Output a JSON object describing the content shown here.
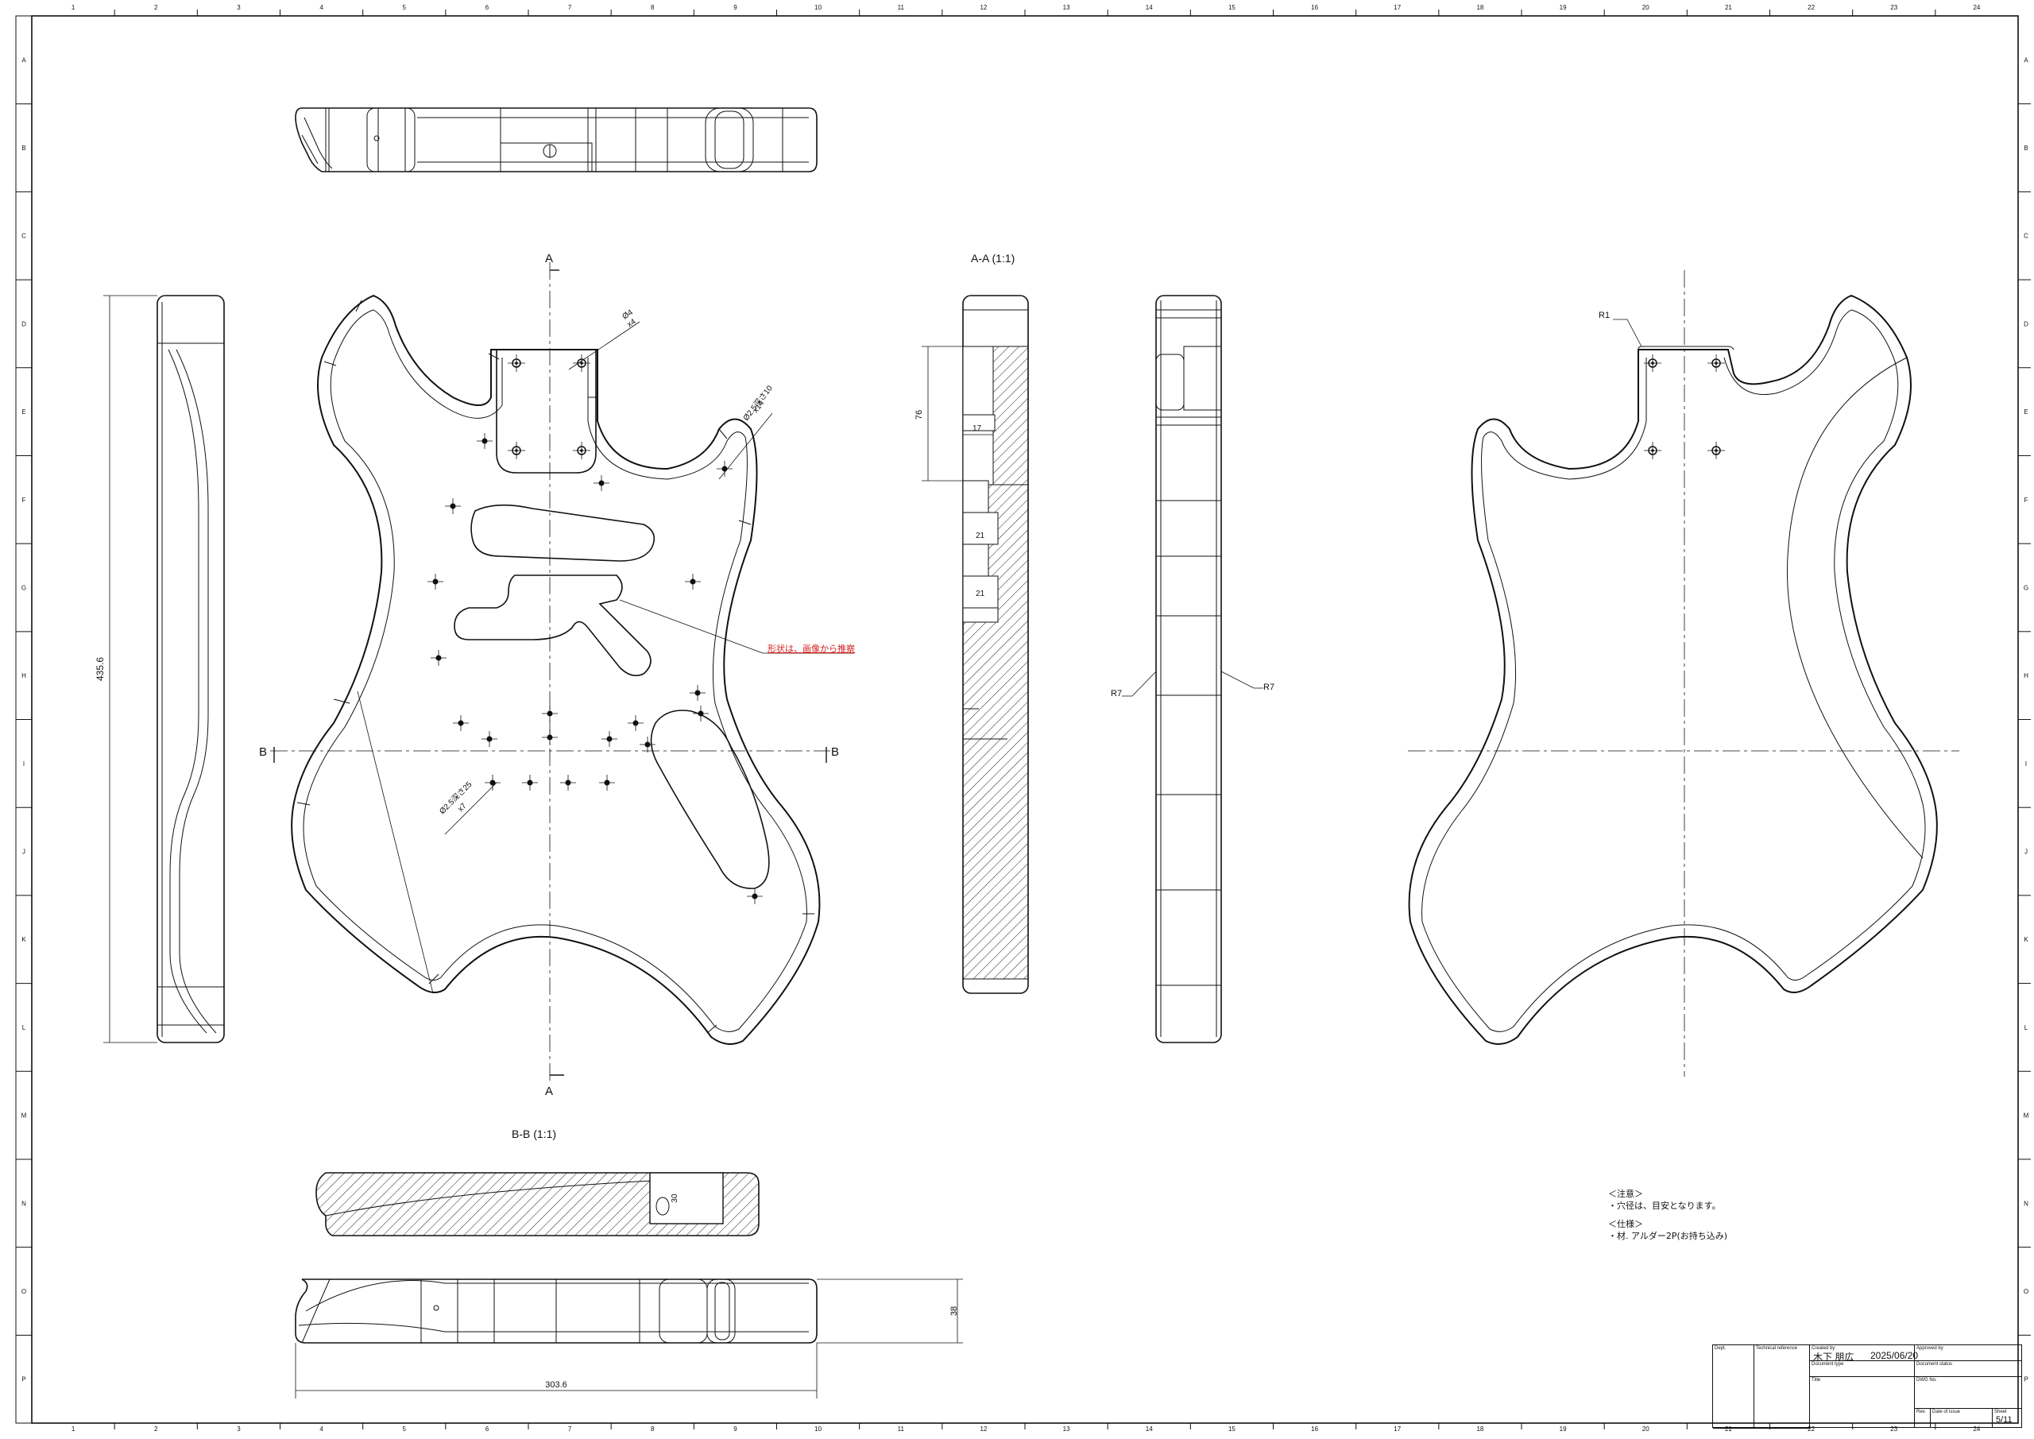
{
  "border": {
    "columns": [
      "1",
      "2",
      "3",
      "4",
      "5",
      "6",
      "7",
      "8",
      "9",
      "10",
      "11",
      "12",
      "13",
      "14",
      "15",
      "16",
      "17",
      "18",
      "19",
      "20",
      "21",
      "22",
      "23",
      "24"
    ],
    "rows": [
      "A",
      "B",
      "C",
      "D",
      "E",
      "F",
      "G",
      "H",
      "I",
      "J",
      "K",
      "L",
      "M",
      "N",
      "O",
      "P"
    ]
  },
  "views": {
    "section_aa_title": "A-A (1:1)",
    "section_bb_title": "B-B (1:1)",
    "cut_a": "A",
    "cut_b": "B"
  },
  "dimensions": {
    "height_left": "435.6",
    "width_bottom": "303.6",
    "thickness_bottom": "38",
    "aa_depth_76": "76",
    "aa_17": "17",
    "aa_21a": "21",
    "aa_21b": "21",
    "bb_30": "30",
    "radius_r7_left": "R7",
    "radius_r7_right": "R7",
    "radius_r1": "R1",
    "hole_d4": "Ø4",
    "hole_d4_count": "x4",
    "hole_d25_10": "Ø2.5深さ10",
    "hole_d25_10_count": "x14",
    "hole_d25_25": "Ø2.5深さ25",
    "hole_d25_25_count": "x7"
  },
  "callout": {
    "shape_note": "形状は、画像から推察",
    "color": "#d21f1f"
  },
  "notes": {
    "caution_heading": "＜注意＞",
    "caution_text": "・穴径は、目安となります。",
    "spec_heading": "＜仕様＞",
    "spec_text": "・材. アルダー2P(お持ち込み)"
  },
  "title_block": {
    "dept_label": "Dept.",
    "tech_ref_label": "Technical reference",
    "created_by_label": "Created by",
    "approved_by_label": "Approved by",
    "created_by": "木下 朋広",
    "date": "2025/06/20",
    "doc_type_label": "Document type",
    "doc_status_label": "Document status",
    "title_label": "Title",
    "dwg_no_label": "DWG No.",
    "rev_label": "Rev.",
    "date_issue_label": "Date of issue",
    "sheet_label": "Sheet",
    "sheet": "5/11"
  }
}
